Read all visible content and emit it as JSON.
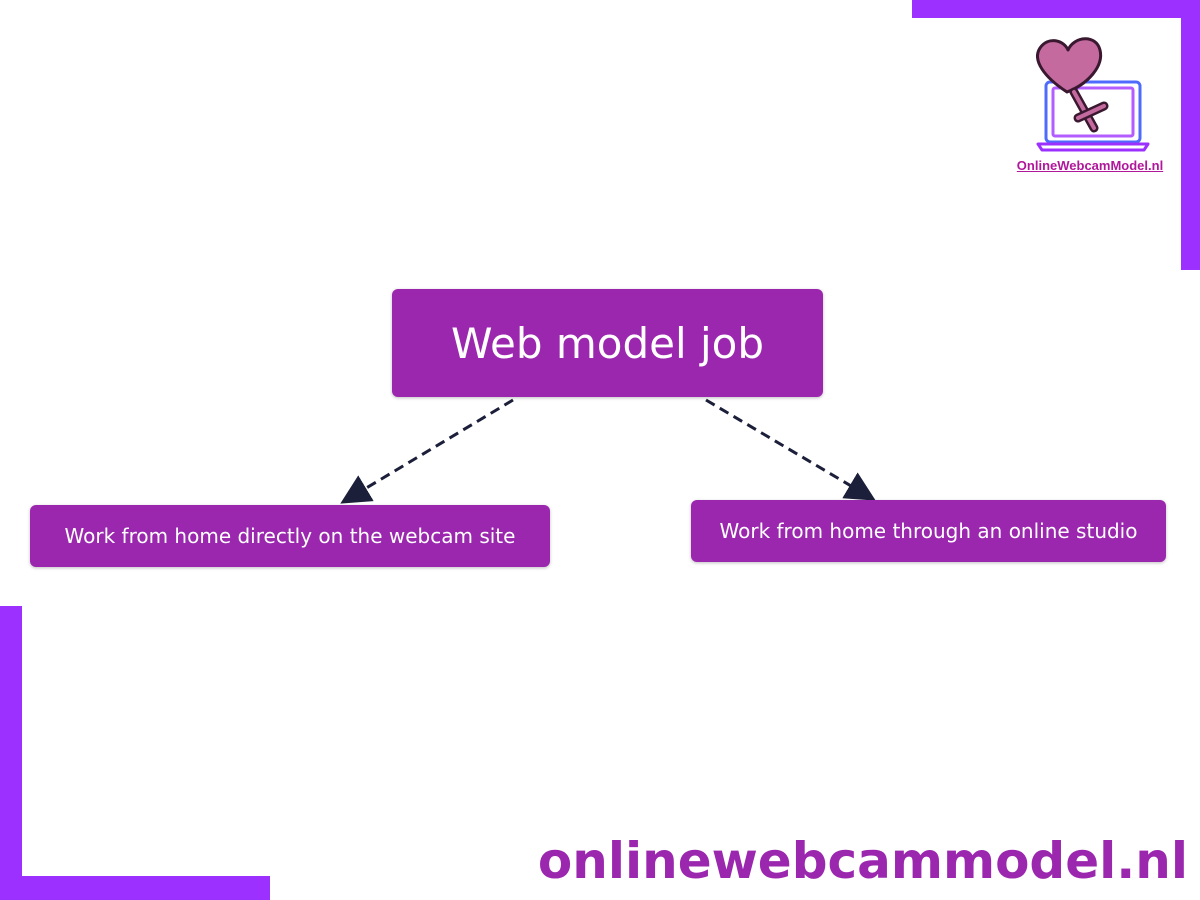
{
  "logo": {
    "brand_text": "OnlineWebcamModel.nl"
  },
  "diagram": {
    "root": {
      "label": "Web model job"
    },
    "children": [
      {
        "label": "Work from home directly on the webcam site"
      },
      {
        "label": "Work from home through an online studio"
      }
    ],
    "edge_style": "dashed-arrow"
  },
  "footer": {
    "site_url": "onlinewebcammodel.nl"
  },
  "colors": {
    "accent": "#9b30ff",
    "node_fill": "#9b27af",
    "node_text": "#ffffff",
    "edge": "#1c1f3a",
    "logo_pink": "#b0179a"
  }
}
